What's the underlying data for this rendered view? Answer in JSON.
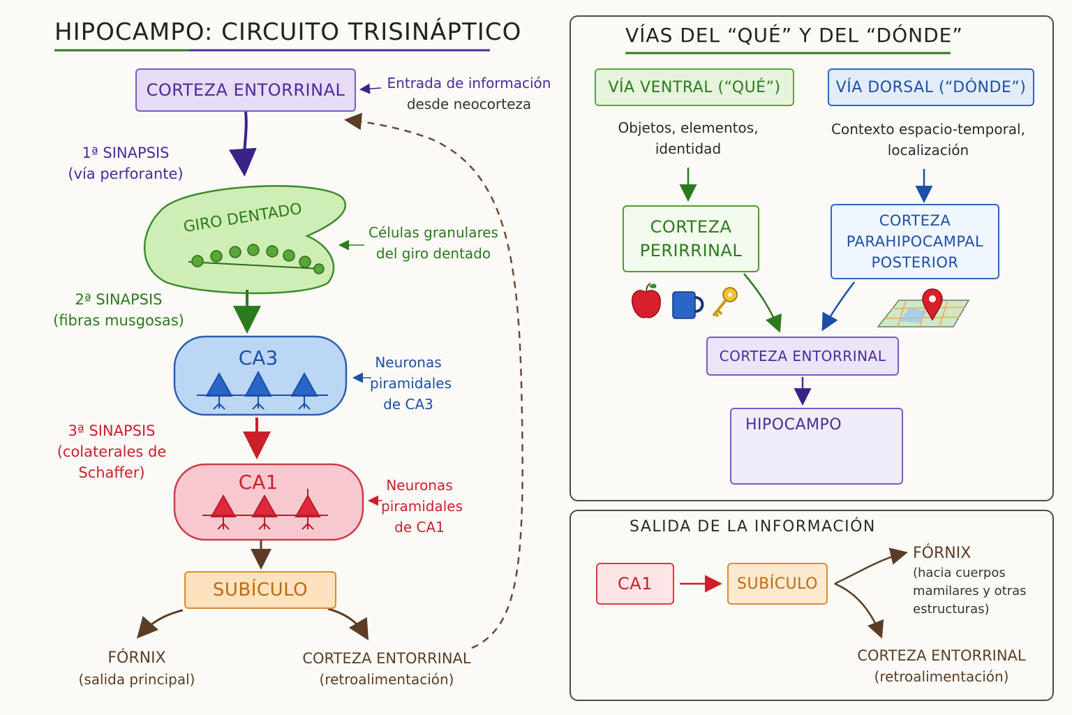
{
  "left": {
    "title": "HIPOCAMPO: CIRCUITO TRISINÁPTICO",
    "entorhinal": "CORTEZA ENTORRINAL",
    "entorhinal_note": [
      "Entrada de información",
      "desde neocorteza"
    ],
    "syn1": [
      "1ª SINAPSIS",
      "(vía perforante)"
    ],
    "dentate": "GIRO DENTADO",
    "dentate_note": [
      "Células granulares",
      "del giro dentado"
    ],
    "syn2": [
      "2ª SINAPSIS",
      "(fibras musgosas)"
    ],
    "ca3": "CA3",
    "ca3_note": [
      "Neuronas",
      "piramidales",
      "de CA3"
    ],
    "syn3": [
      "3ª SINAPSIS",
      "(colaterales de",
      "Schaffer)"
    ],
    "ca1": "CA1",
    "ca1_note": [
      "Neuronas",
      "piramidales",
      "de CA1"
    ],
    "subiculum": "SUBÍCULO",
    "fornix": [
      "FÓRNIX",
      "(salida principal)"
    ],
    "feedback": [
      "CORTEZA ENTORRINAL",
      "(retroalimentación)"
    ]
  },
  "right_top": {
    "title": "VÍAS DEL “QUÉ” Y DEL “DÓNDE”",
    "ventral": "VÍA VENTRAL (“QUÉ”)",
    "ventral_note": [
      "Objetos, elementos,",
      "identidad"
    ],
    "dorsal": "VÍA DORSAL (“DÓNDE”)",
    "dorsal_note": [
      "Contexto espacio-temporal,",
      "localización"
    ],
    "perirhinal": [
      "CORTEZA",
      "PERIRRINAL"
    ],
    "parahippocampal": [
      "CORTEZA",
      "PARAHIPOCAMPAL",
      "POSTERIOR"
    ],
    "entorhinal": "CORTEZA ENTORRINAL",
    "hippocampus": "HIPOCAMPO"
  },
  "right_bottom": {
    "title": "SALIDA DE LA INFORMACIÓN",
    "ca1": "CA1",
    "subiculum": "SUBÍCULO",
    "fornix": [
      "FÓRNIX",
      "(hacia cuerpos",
      "mamilares y otras",
      "estructuras)"
    ],
    "entorhinal": [
      "CORTEZA ENTORRINAL",
      "(retroalimentación)"
    ]
  },
  "icons": [
    "apple-icon",
    "mug-icon",
    "key-icon",
    "map-icon",
    "location-pin-icon",
    "pyramidal-neuron-icon",
    "granule-cell-icon"
  ],
  "colors": {
    "purple": "#4b2a9a",
    "green": "#2c7a1e",
    "blue": "#1c4fa8",
    "red": "#cc1f2c",
    "orange": "#c06a10",
    "brown": "#5b3d26"
  }
}
